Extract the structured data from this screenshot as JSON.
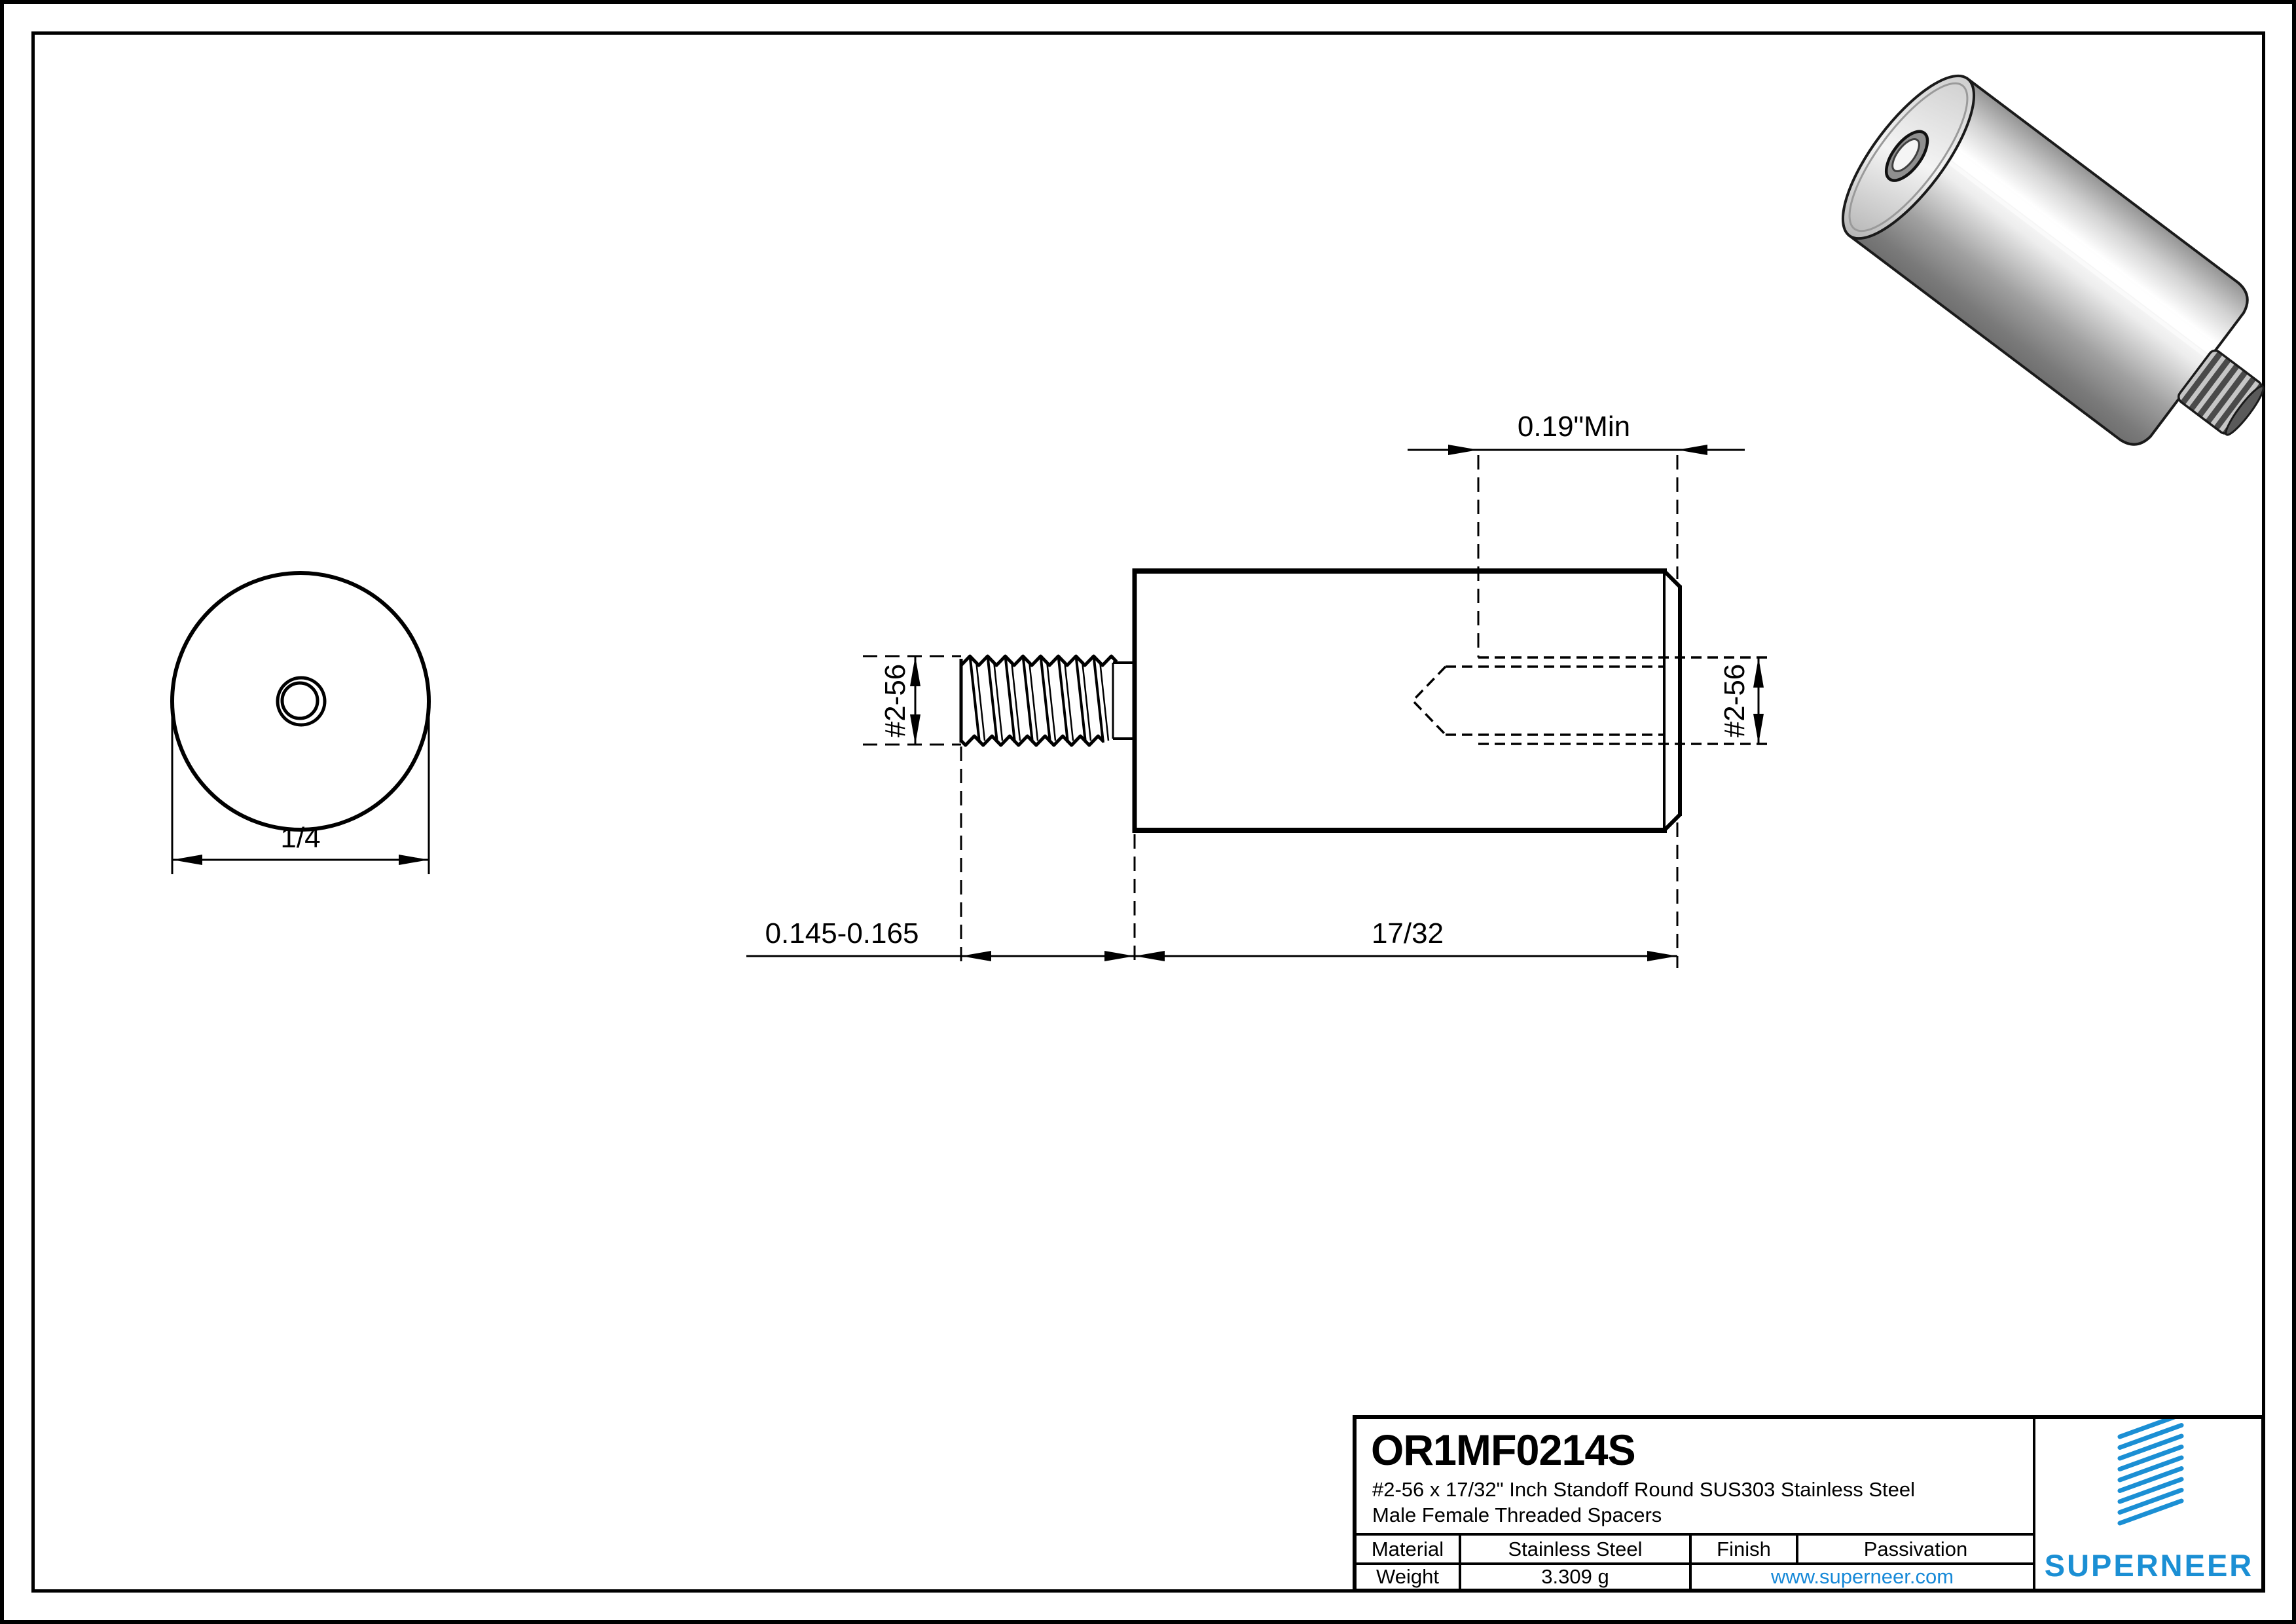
{
  "drawing": {
    "dimensions": {
      "front_diameter": "1/4",
      "thread_depth_min": "0.19\"Min",
      "male_thread_length": "0.145-0.165",
      "body_length": "17/32",
      "male_thread_spec": "#2-56",
      "female_thread_spec": "#2-56"
    }
  },
  "title_block": {
    "part_number": "OR1MF0214S",
    "description_line1": "#2-56 x 17/32\" Inch Standoff Round SUS303 Stainless Steel",
    "description_line2": "Male Female Threaded Spacers",
    "material_label": "Material",
    "material_value": "Stainless Steel",
    "finish_label": "Finish",
    "finish_value": "Passivation",
    "weight_label": "Weight",
    "weight_value": "3.309 g",
    "website": "www.superneer.com",
    "brand": "SUPERNEER",
    "brand_color": "#1b8fd4",
    "link_color": "#1789d8"
  }
}
